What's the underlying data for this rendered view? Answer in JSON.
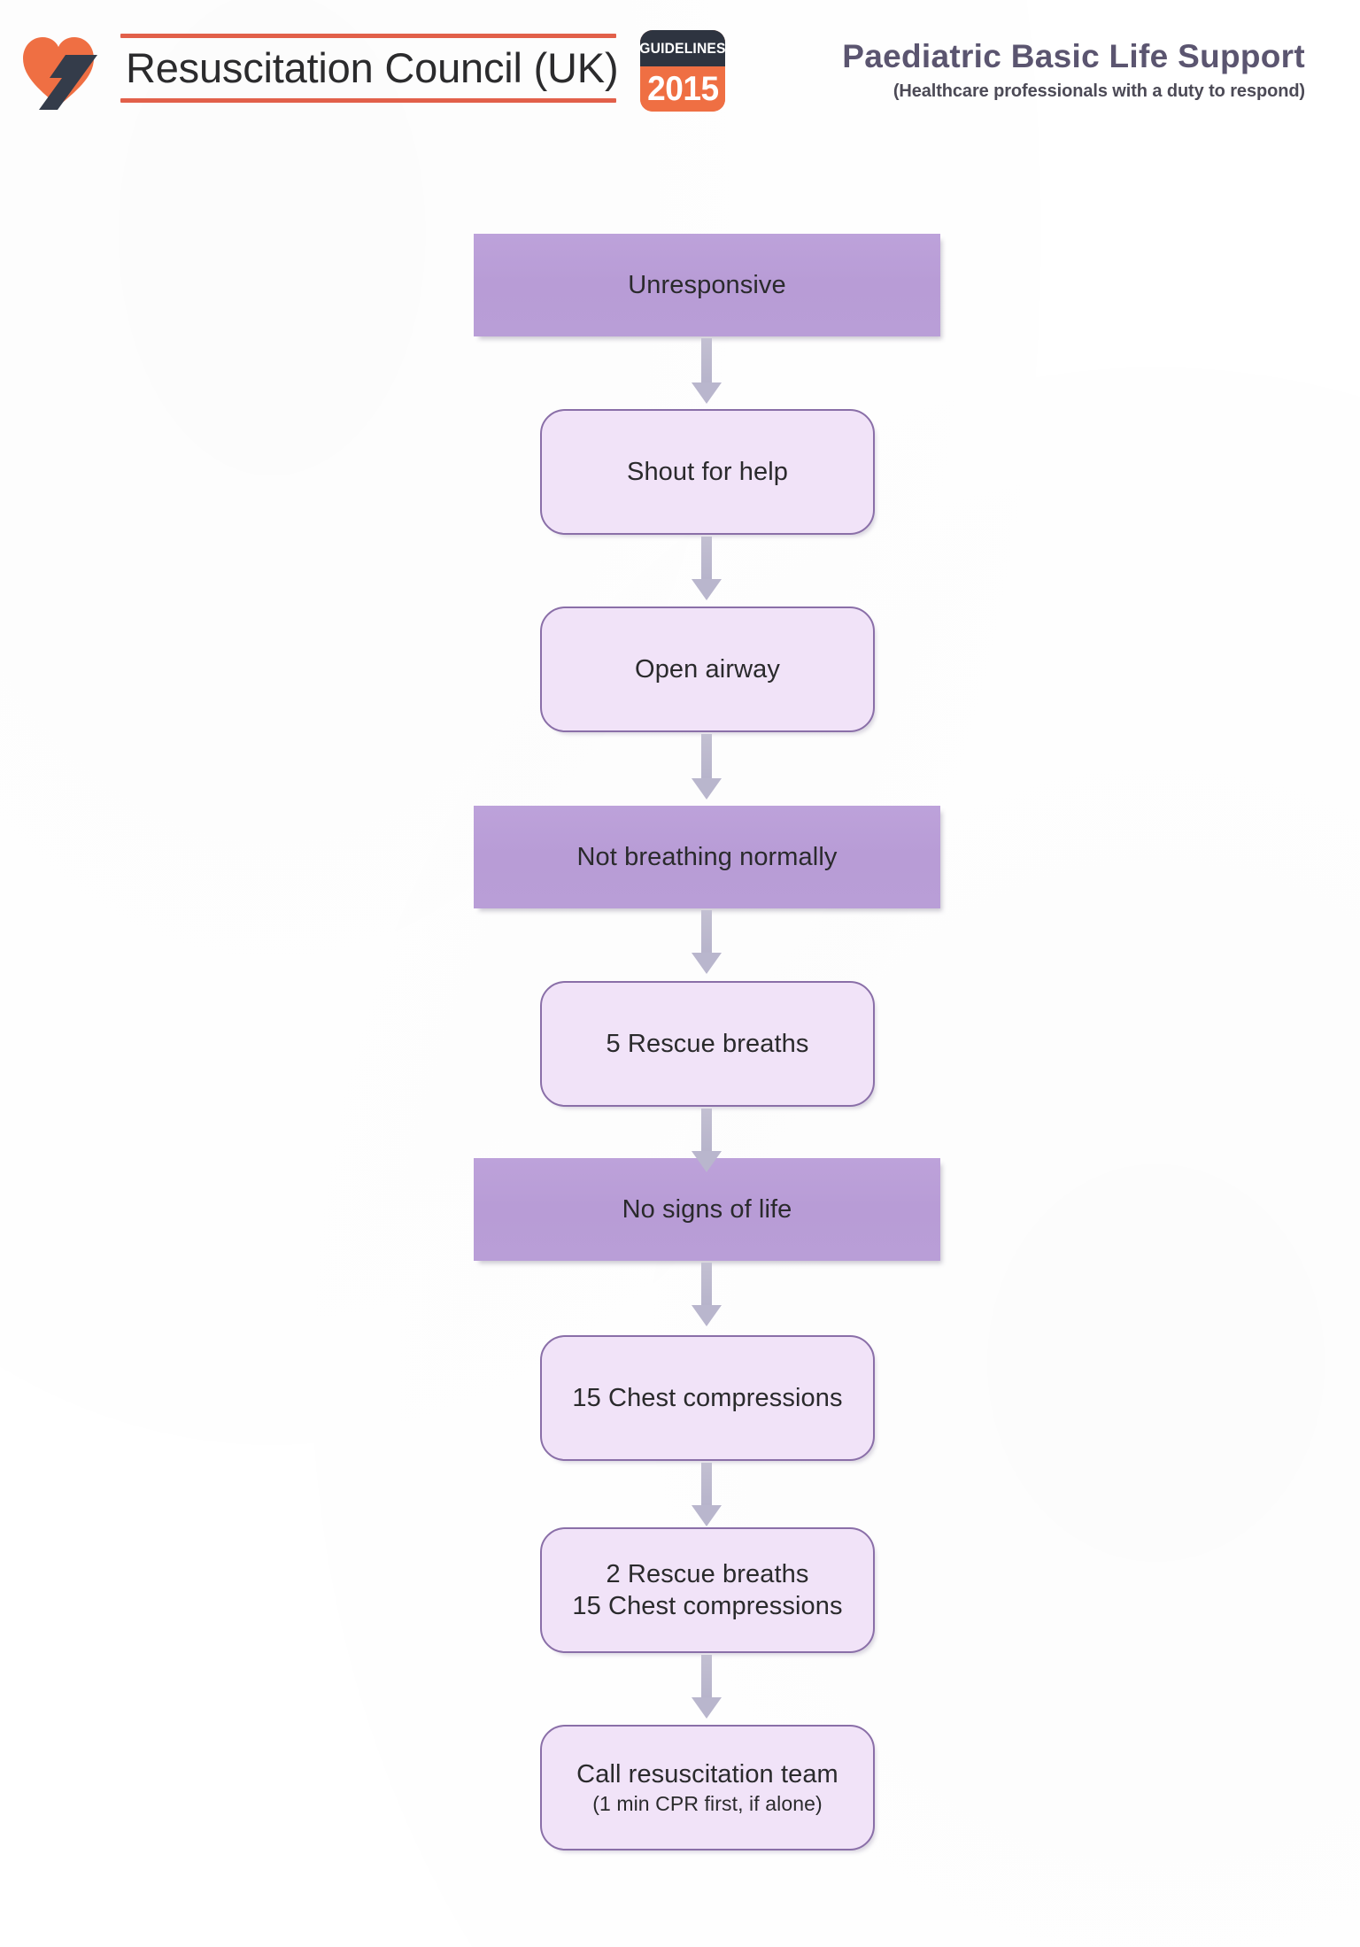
{
  "header": {
    "logo_icon": "heart-lightning-icon",
    "brand_name": "Resuscitation Council (UK)",
    "badge": {
      "top_text": "GUIDELINES",
      "year": "2015"
    },
    "title": "Paediatric Basic Life Support",
    "subtitle": "(Healthcare professionals with a duty to respond)",
    "accent_color": "#e2604a",
    "badge_dark_color": "#2e3440",
    "badge_orange_color": "#ef6f43",
    "title_color": "#5b5570"
  },
  "flowchart": {
    "type": "flowchart",
    "orientation": "vertical",
    "state_fill": "#b99ed7",
    "action_fill": "#f1e3f8",
    "action_border": "#8a6fa8",
    "arrow_color": "#b9b6cd",
    "nodes": [
      {
        "id": "unresponsive",
        "kind": "state",
        "label": "Unresponsive"
      },
      {
        "id": "shout-for-help",
        "kind": "action",
        "label": "Shout for help"
      },
      {
        "id": "open-airway",
        "kind": "action",
        "label": "Open airway"
      },
      {
        "id": "not-breathing",
        "kind": "state",
        "label": "Not breathing normally"
      },
      {
        "id": "five-rescue-breaths",
        "kind": "action",
        "label": "5 Rescue breaths"
      },
      {
        "id": "no-signs-of-life",
        "kind": "state",
        "label": "No signs of life"
      },
      {
        "id": "fifteen-compressions",
        "kind": "action",
        "label": "15 Chest compressions"
      },
      {
        "id": "cpr-cycle",
        "kind": "action",
        "line1": "2 Rescue breaths",
        "line2": "15 Chest compressions"
      },
      {
        "id": "call-resus-team",
        "kind": "action",
        "label": "Call resuscitation team",
        "sub": "(1 min CPR first, if alone)"
      }
    ]
  }
}
